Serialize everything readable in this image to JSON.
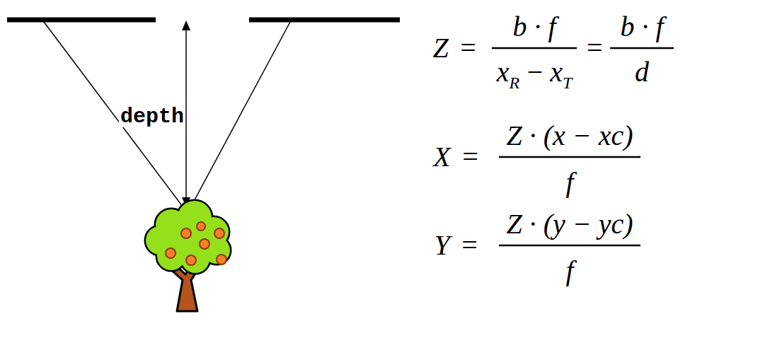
{
  "diagram": {
    "labels": [
      "depth",
      "Z",
      "=",
      "b · f",
      "x",
      "R",
      "−",
      "x",
      "T",
      "=",
      "b · f",
      "d",
      "X",
      "=",
      "Z · (x − xc)",
      "f",
      "Y",
      "=",
      "Z · (y − yc)",
      "f"
    ]
  }
}
